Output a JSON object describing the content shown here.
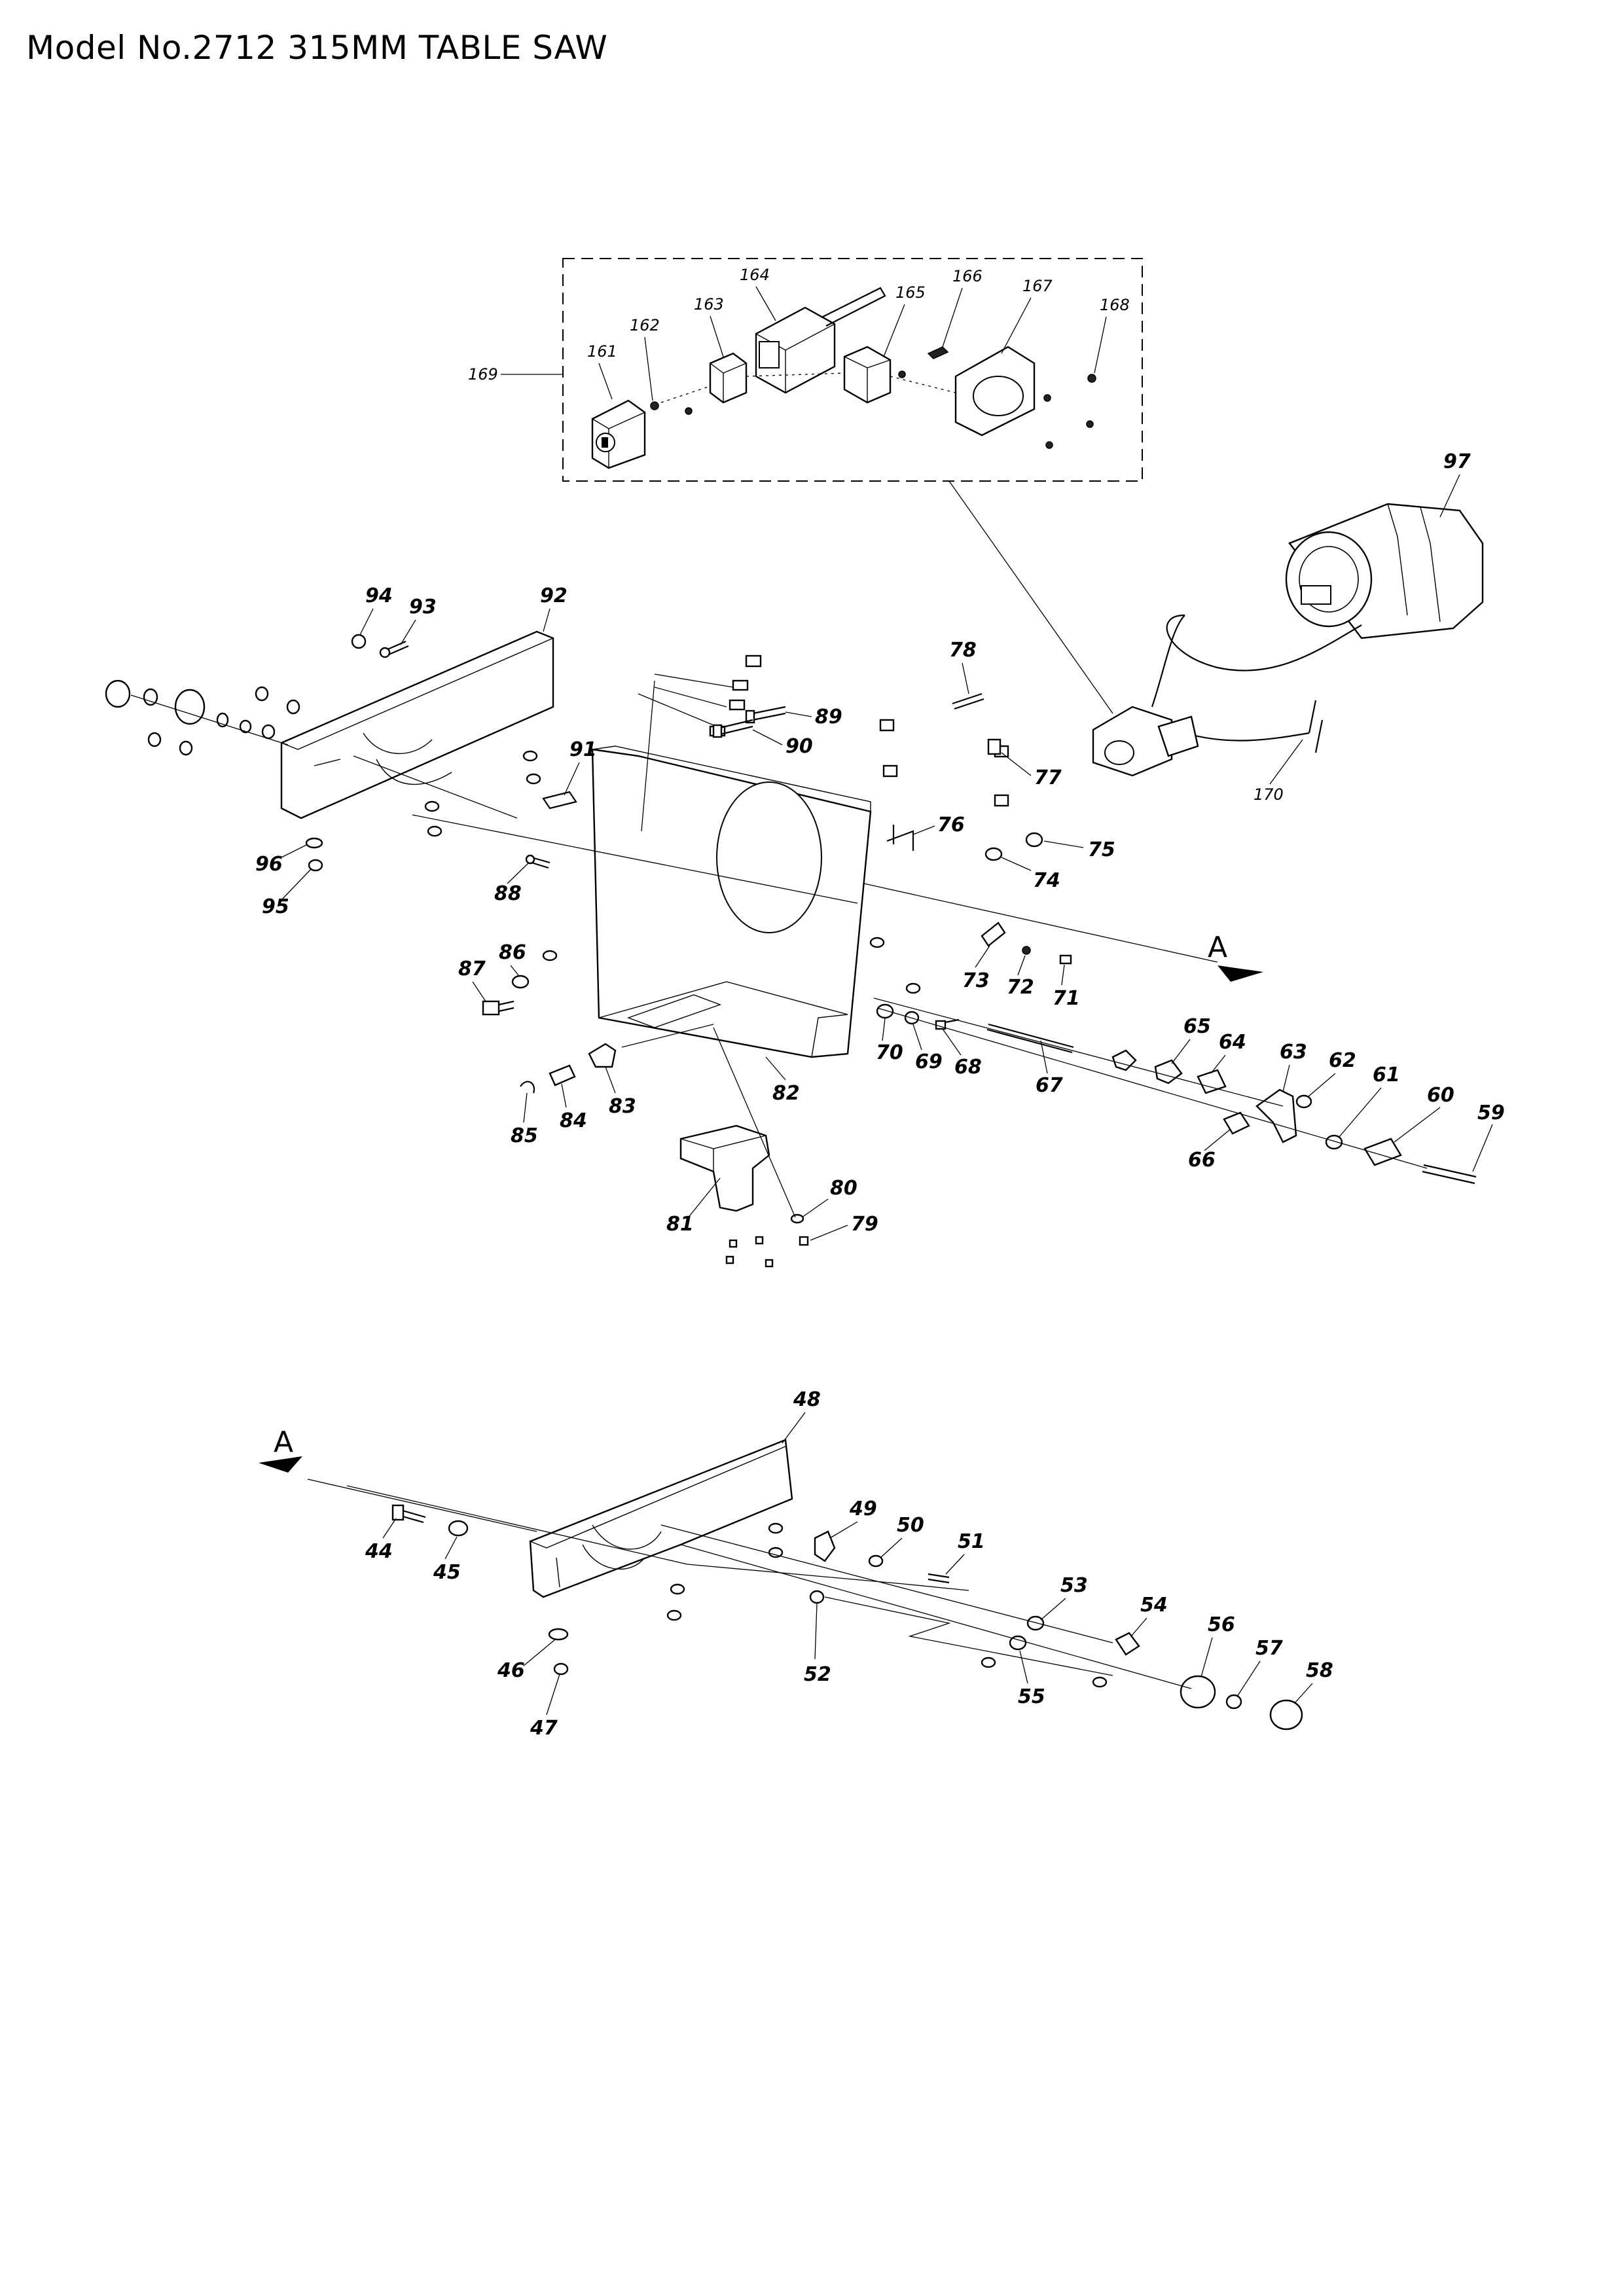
{
  "document": {
    "title": "Model No.2712 315MM TABLE SAW"
  },
  "diagram": {
    "type": "exploded-parts-view",
    "section_marker": "A",
    "switch_box_callouts": [
      "161",
      "162",
      "163",
      "164",
      "165",
      "166",
      "167",
      "168",
      "169"
    ],
    "upper_callouts": [
      "59",
      "60",
      "61",
      "62",
      "63",
      "64",
      "65",
      "66",
      "67",
      "68",
      "69",
      "70",
      "71",
      "72",
      "73",
      "74",
      "75",
      "76",
      "77",
      "78",
      "79",
      "80",
      "81",
      "82",
      "83",
      "84",
      "85",
      "86",
      "87",
      "88",
      "89",
      "90",
      "91",
      "92",
      "93",
      "94",
      "95",
      "96",
      "97",
      "170"
    ],
    "lower_callouts": [
      "44",
      "45",
      "46",
      "47",
      "48",
      "49",
      "50",
      "51",
      "52",
      "53",
      "54",
      "55",
      "56",
      "57",
      "58"
    ]
  }
}
